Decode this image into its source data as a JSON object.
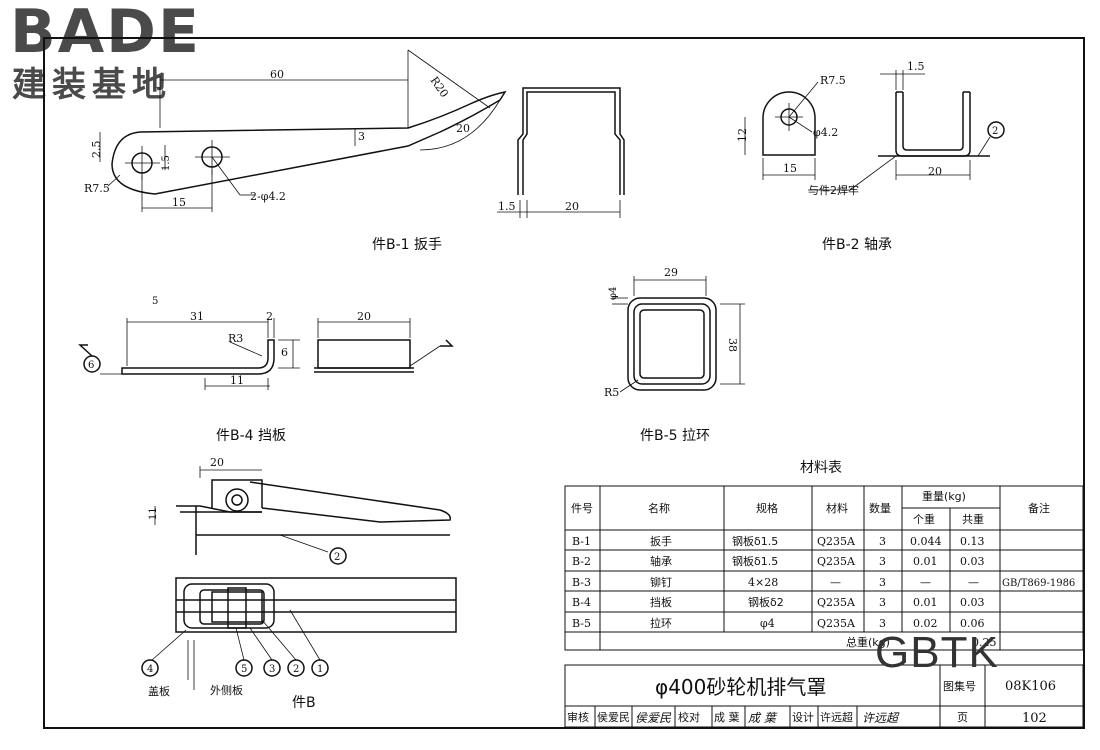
{
  "logo": {
    "brand": "BADE",
    "tagline": "建装基地"
  },
  "watermark": "GBTK",
  "parts": {
    "b1": {
      "caption": "件B-1  扳手",
      "dims": [
        "60",
        "R20",
        "3",
        "20",
        "2.5",
        "1.5",
        "R7.5",
        "15",
        "2-φ4.2",
        "1.5",
        "20"
      ]
    },
    "b2": {
      "caption": "件B-2  轴承",
      "dims": [
        "R7.5",
        "12",
        "φ4.2",
        "15",
        "1.5",
        "20",
        "与件2焊牢",
        "2"
      ]
    },
    "b4": {
      "caption": "件B-4  挡板",
      "dims": [
        "5",
        "31",
        "2",
        "R3",
        "6",
        "11",
        "20",
        "6"
      ]
    },
    "b5": {
      "caption": "件B-5  拉环",
      "dims": [
        "29",
        "φ4",
        "38",
        "R5"
      ]
    },
    "b": {
      "caption": "件B",
      "dims": [
        "20",
        "11",
        "2"
      ],
      "callouts": [
        "4",
        "5",
        "3",
        "2",
        "1"
      ],
      "labels": [
        "盖板",
        "外侧板"
      ]
    }
  },
  "materials": {
    "title": "材料表",
    "headers": {
      "part_no": "件号",
      "name": "名称",
      "spec": "规格",
      "material": "材料",
      "qty": "数量",
      "weight": "重量(kg)",
      "unit": "个重",
      "total": "共重",
      "note": "备注"
    },
    "rows": [
      {
        "part_no": "B-1",
        "name": "扳手",
        "spec": "钢板δ1.5",
        "material": "Q235A",
        "qty": "3",
        "unit": "0.044",
        "total": "0.13",
        "note": ""
      },
      {
        "part_no": "B-2",
        "name": "轴承",
        "spec": "钢板δ1.5",
        "material": "Q235A",
        "qty": "3",
        "unit": "0.01",
        "total": "0.03",
        "note": ""
      },
      {
        "part_no": "B-3",
        "name": "铆钉",
        "spec": "4×28",
        "material": "—",
        "qty": "3",
        "unit": "—",
        "total": "—",
        "note": "GB/T869-1986"
      },
      {
        "part_no": "B-4",
        "name": "挡板",
        "spec": "钢板δ2",
        "material": "Q235A",
        "qty": "3",
        "unit": "0.01",
        "total": "0.03",
        "note": ""
      },
      {
        "part_no": "B-5",
        "name": "拉环",
        "spec": "φ4",
        "material": "Q235A",
        "qty": "3",
        "unit": "0.02",
        "total": "0.06",
        "note": ""
      }
    ],
    "total_label": "总重(kg)",
    "total_value": "0.25"
  },
  "title_block": {
    "title": "φ400砂轮机排气罩",
    "atlas_label": "图集号",
    "atlas_no": "08K106",
    "review_label": "审核",
    "reviewer": "侯爱民",
    "reviewer_sig": "侯爱民",
    "check_label": "校对",
    "checker": "成  葉",
    "checker_sig": "成  葉",
    "design_label": "设计",
    "designer": "许远超",
    "designer_sig": "许远超",
    "page_label": "页",
    "page_no": "102"
  }
}
